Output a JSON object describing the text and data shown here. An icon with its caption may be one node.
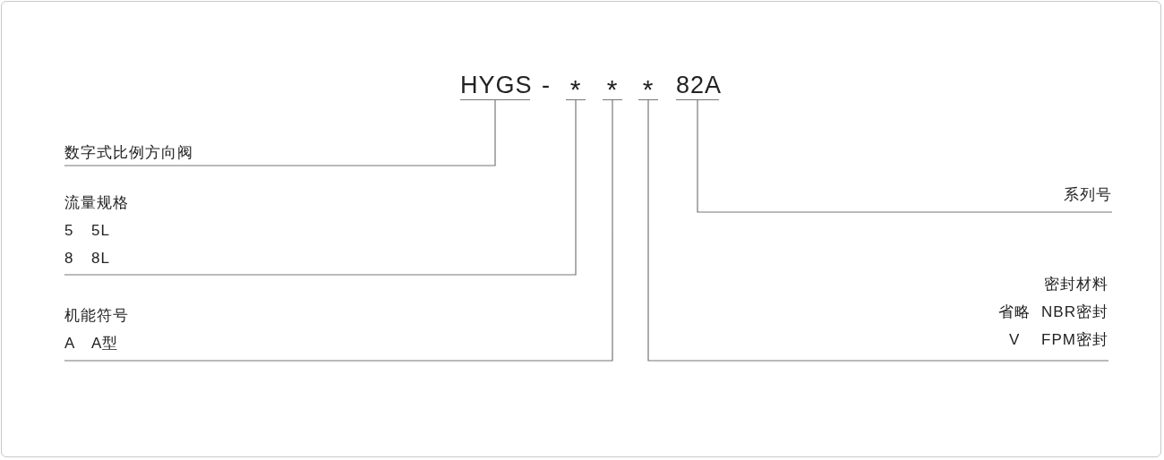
{
  "diagram": {
    "nodes": [
      {
        "text": [
          "HYGS"
        ]
      },
      {
        "text": [
          "*"
        ]
      },
      {
        "text": [
          "*"
        ]
      },
      {
        "text": [
          "*"
        ]
      },
      {
        "text": [
          "82A"
        ]
      },
      {
        "text": [
          "数字式比例方向阀"
        ]
      },
      {
        "text": [
          "流量规格",
          "5",
          "5L",
          "8",
          "8L"
        ]
      },
      {
        "text": [
          "机能符号",
          "A",
          "A型"
        ]
      },
      {
        "text": [
          "系列号"
        ]
      },
      {
        "text": [
          "密封材料",
          "省略",
          "NBR密封",
          "V",
          "FPM密封"
        ]
      }
    ],
    "edges": [
      {
        "from": 0,
        "to": 5,
        "arrow": "none"
      },
      {
        "from": 1,
        "to": 6,
        "arrow": "none"
      },
      {
        "from": 2,
        "to": 7,
        "arrow": "none"
      },
      {
        "from": 3,
        "to": 9,
        "arrow": "none"
      },
      {
        "from": 4,
        "to": 8,
        "arrow": "none"
      }
    ],
    "labels": [
      "-"
    ]
  }
}
